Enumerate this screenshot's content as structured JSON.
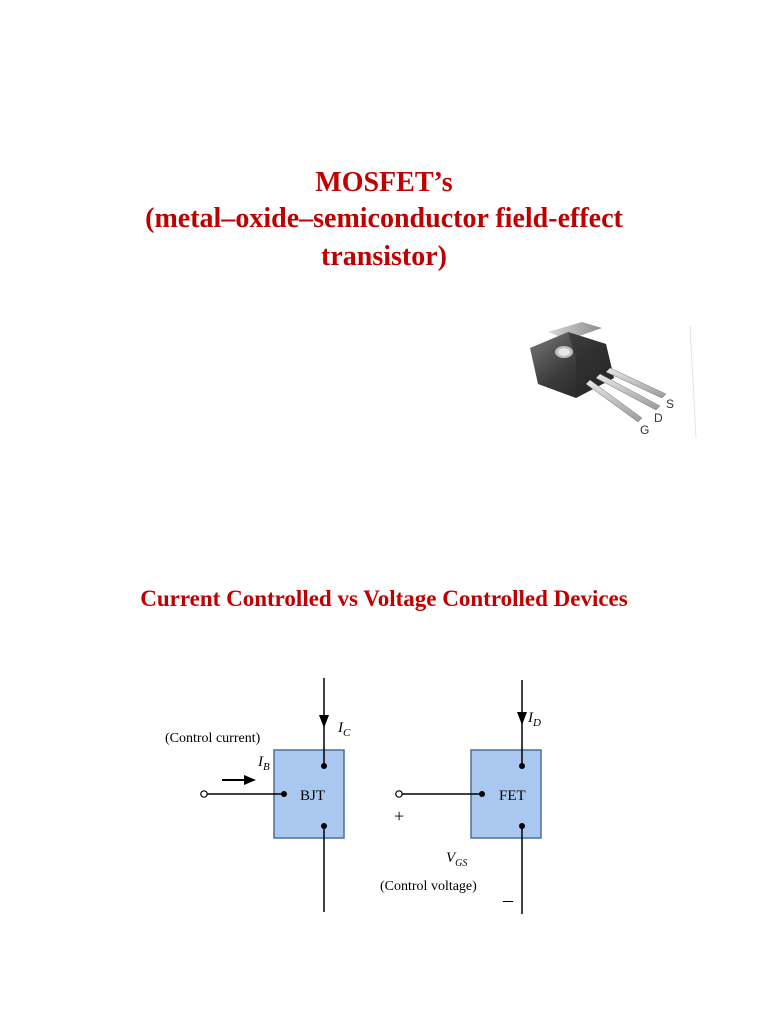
{
  "title": {
    "line1": "MOSFET’s",
    "line2": "(metal–oxide–semiconductor field-effect",
    "line3": "transistor)"
  },
  "package_image": {
    "pin_labels": [
      "S",
      "D",
      "G"
    ]
  },
  "subtitle": "Current Controlled vs Voltage Controlled Devices",
  "diagram": {
    "bjt": {
      "box_label": "BJT",
      "current_out_label": "I",
      "current_out_sub": "C",
      "input_label": "I",
      "input_sub": "B",
      "control_label": "(Control current)"
    },
    "fet": {
      "box_label": "FET",
      "current_out_label": "I",
      "current_out_sub": "D",
      "plus_sign": "+",
      "minus_sign": "–",
      "voltage_label": "V",
      "voltage_sub": "GS",
      "control_label": "(Control voltage)"
    }
  },
  "colors": {
    "title": "#c00000",
    "box_fill": "#aac8ef",
    "box_stroke": "#4d6f99"
  }
}
